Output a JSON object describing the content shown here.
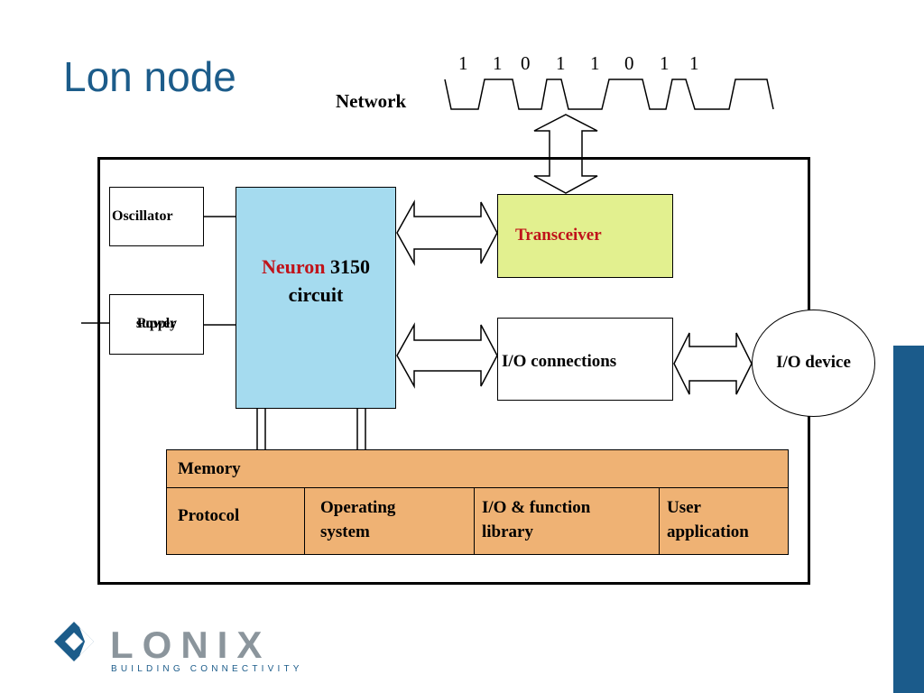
{
  "title": "Lon node",
  "network": {
    "label": "Network",
    "bits": [
      "1",
      "1",
      "0",
      "1",
      "1",
      "0",
      "1",
      "1"
    ]
  },
  "blocks": {
    "oscillator": "Oscillator",
    "power_supply_line1": "Power",
    "power_supply_line2": "supply",
    "neuron_word": "Neuron",
    "neuron_number": "3150",
    "neuron_line2": "circuit",
    "transceiver": "Transceiver",
    "io_connections": "I/O connections",
    "io_device": "I/O device"
  },
  "memory": {
    "header": "Memory",
    "cells": [
      {
        "line1": "Protocol",
        "line2": ""
      },
      {
        "line1": "Operating",
        "line2": "system"
      },
      {
        "line1": "I/O & function",
        "line2": "library"
      },
      {
        "line1": "User",
        "line2": "application"
      }
    ]
  },
  "logo": {
    "word": "LONIX",
    "tagline": "BUILDING CONNECTIVITY"
  },
  "colors": {
    "title": "#1c5c8a",
    "neuron_fill": "#a5dbef",
    "transceiver_fill": "#e2f08f",
    "memory_fill": "#efb274",
    "accent_red": "#c0141b",
    "side_bar": "#1b5b8b"
  }
}
